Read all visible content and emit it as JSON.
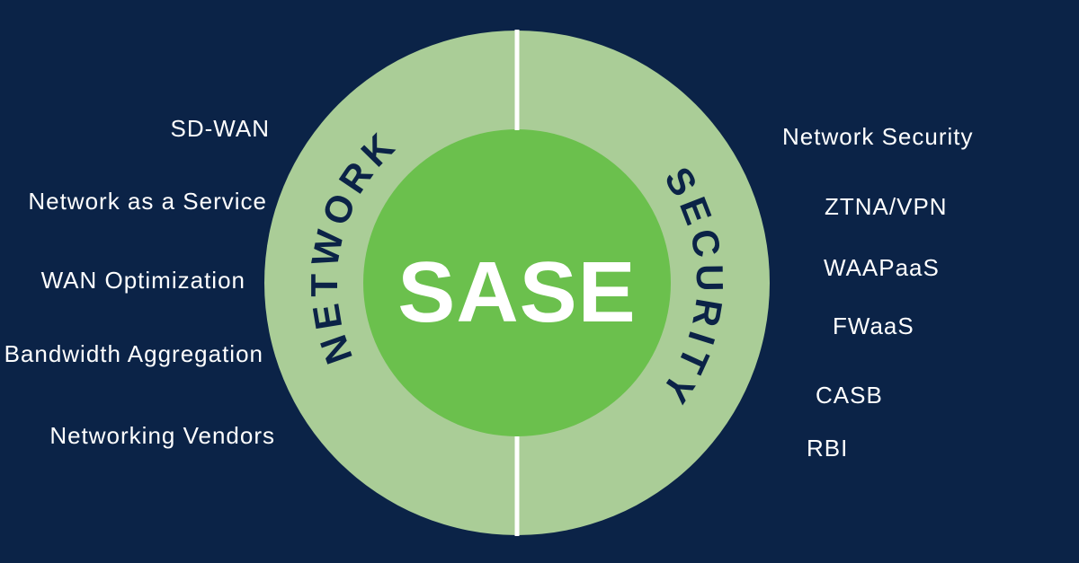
{
  "center_label": "SASE",
  "ring_labels": {
    "network": "NETWORK",
    "security": "SECURITY"
  },
  "network_items": [
    "SD-WAN",
    "Network as a Service",
    "WAN Optimization",
    "Bandwidth Aggregation",
    "Networking Vendors"
  ],
  "security_items": [
    "Network Security",
    "ZTNA/VPN",
    "WAAPaaS",
    "FWaaS",
    "CASB",
    "RBI"
  ],
  "colors": {
    "background": "#0b2347",
    "ring": "#aacd97",
    "core": "#6bc04d",
    "text_light": "#ffffff",
    "text_dark": "#0b2347"
  }
}
